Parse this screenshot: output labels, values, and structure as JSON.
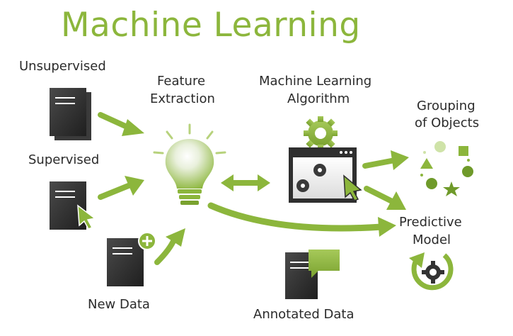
{
  "title": "Machine Learning",
  "labels": {
    "unsupervised": "Unsupervised",
    "supervised": "Supervised",
    "new_data": "New Data",
    "feature_extraction": [
      "Feature",
      "Extraction"
    ],
    "ml_algorithm": [
      "Machine Learning",
      "Algorithm"
    ],
    "grouping": [
      "Grouping",
      "of Objects"
    ],
    "predictive": [
      "Predictive",
      "Model"
    ],
    "annotated": "Annotated Data"
  },
  "colors": {
    "accent": "#8cb63c",
    "dark": "#2f2f2f",
    "text": "#2b2b2b"
  },
  "icons": [
    "document-stack-icon",
    "document-cursor-icon",
    "document-add-icon",
    "lightbulb-icon",
    "gear-icon",
    "algorithm-window-icon",
    "object-cluster-icon",
    "cycle-gear-icon",
    "annotated-document-icon"
  ]
}
